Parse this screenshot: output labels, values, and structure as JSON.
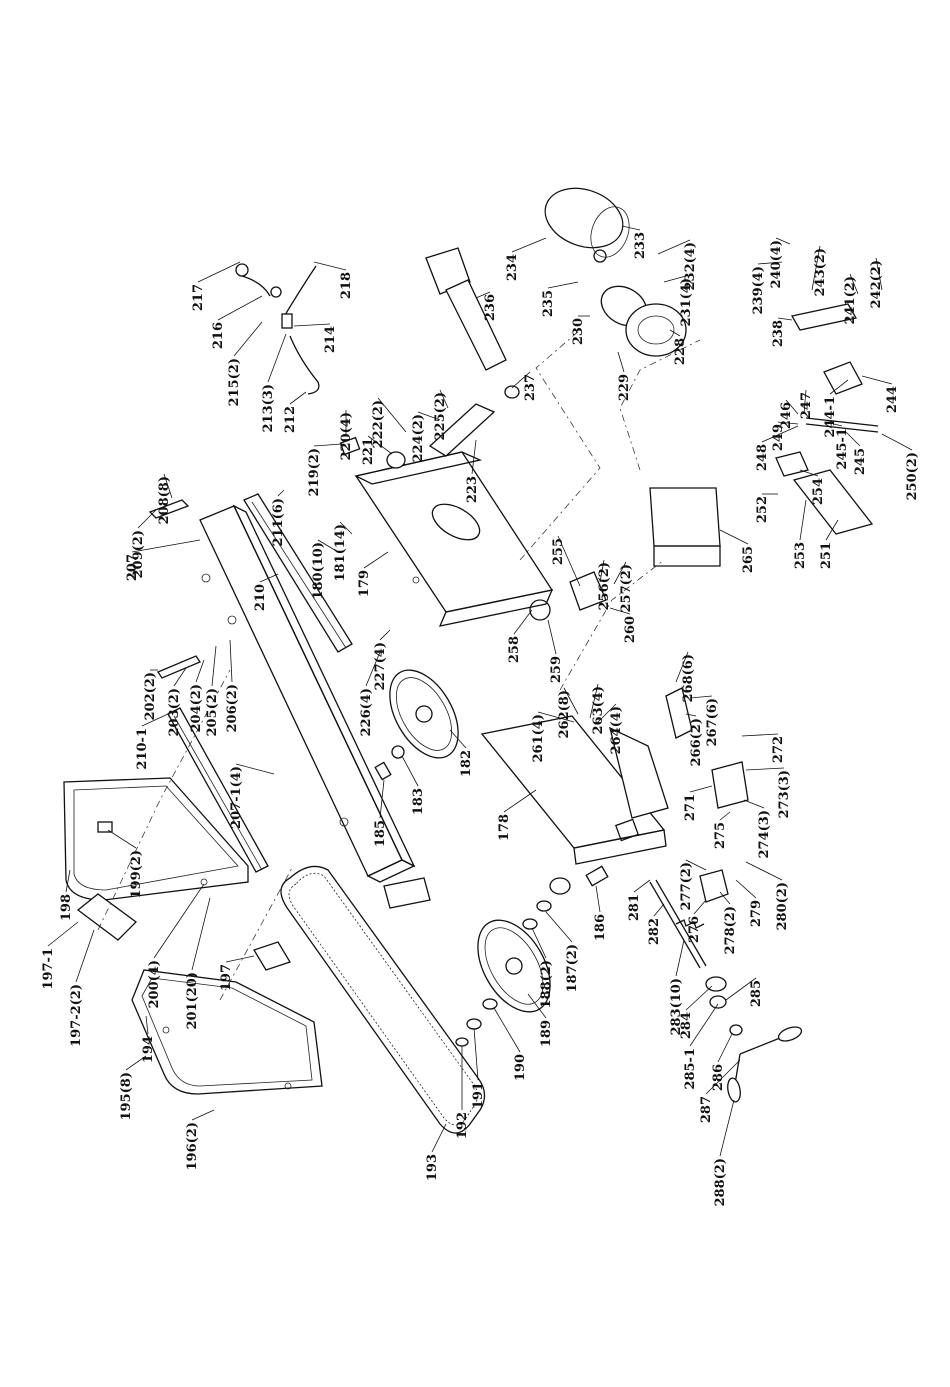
{
  "labels": [
    "178",
    "179",
    "180(10)",
    "181(14)",
    "182",
    "183",
    "185",
    "186",
    "187(2)",
    "188(2)",
    "189",
    "190",
    "191",
    "192",
    "193",
    "194",
    "195(8)",
    "196(2)",
    "197",
    "197-1",
    "197-2(2)",
    "198",
    "199(2)",
    "200(4)",
    "201(20)",
    "202(2)",
    "203(2)",
    "204(2)",
    "205(2)",
    "206(2)",
    "207",
    "207-1(4)",
    "208(8)",
    "209(2)",
    "210",
    "210-1",
    "211(6)",
    "212",
    "213(3)",
    "214",
    "215(2)",
    "216",
    "217",
    "218",
    "219(2)",
    "220(4)",
    "221",
    "222(2)",
    "223",
    "224(2)",
    "225(2)",
    "226(4)",
    "227(4)",
    "228",
    "229",
    "230",
    "231(4)",
    "232(4)",
    "233",
    "234",
    "235",
    "236",
    "237",
    "238",
    "239(4)",
    "240(4)",
    "241(2)",
    "242(2)",
    "243(2)",
    "244",
    "244-1",
    "245",
    "245-1",
    "246",
    "247",
    "248",
    "249",
    "250(2)",
    "251",
    "252",
    "253",
    "254",
    "255",
    "256(2)",
    "257(2)",
    "258",
    "259",
    "260",
    "261(4)",
    "262(8)",
    "263(4)",
    "264(4)",
    "265",
    "266(2)",
    "267(6)",
    "268(6)",
    "271",
    "272",
    "273(3)",
    "274(3)",
    "275",
    "276",
    "277(2)",
    "278(2)",
    "279",
    "280(2)",
    "281",
    "282",
    "283(10)",
    "284",
    "285",
    "285-1",
    "286",
    "287",
    "288(2)"
  ]
}
